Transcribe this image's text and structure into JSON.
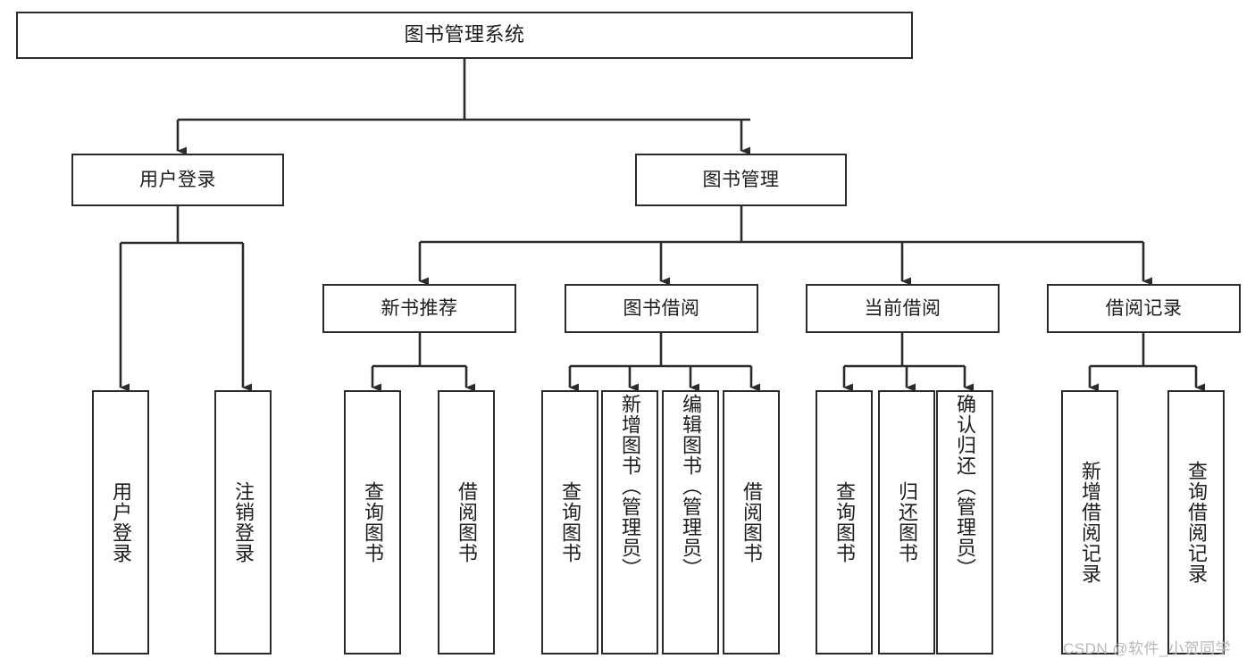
{
  "diagram": {
    "title": "图书管理系统",
    "type": "hierarchy-tree",
    "watermark": "CSDN @软件_小贺同学",
    "colors": {
      "stroke": "#2b2b2b",
      "fill": "#ffffff",
      "text": "#1d1d1d",
      "watermark": "#b8b8b8"
    },
    "nodes": {
      "root": {
        "label": "图书管理系统",
        "orientation": "horizontal",
        "level": 0
      },
      "level1": [
        {
          "id": "user-login",
          "label": "用户登录",
          "orientation": "horizontal",
          "level": 1
        },
        {
          "id": "book-manage",
          "label": "图书管理",
          "orientation": "horizontal",
          "level": 1
        }
      ],
      "level2": [
        {
          "id": "new-book-recommend",
          "label": "新书推荐",
          "orientation": "horizontal",
          "level": 2
        },
        {
          "id": "book-borrow",
          "label": "图书借阅",
          "orientation": "horizontal",
          "level": 2
        },
        {
          "id": "current-borrow",
          "label": "当前借阅",
          "orientation": "horizontal",
          "level": 2
        },
        {
          "id": "borrow-record",
          "label": "借阅记录",
          "orientation": "horizontal",
          "level": 2
        }
      ],
      "leaves": {
        "user_login": [
          {
            "id": "leaf-user-login",
            "label": "用户登录"
          },
          {
            "id": "leaf-user-logout",
            "label": "注销登录"
          }
        ],
        "new_book_recommend": [
          {
            "id": "leaf-query-book-1",
            "label": "查询图书"
          },
          {
            "id": "leaf-borrow-book-1",
            "label": "借阅图书"
          }
        ],
        "book_borrow": [
          {
            "id": "leaf-query-book-2",
            "label": "查询图书"
          },
          {
            "id": "leaf-add-book",
            "label": "新增图书（管理员）"
          },
          {
            "id": "leaf-edit-book",
            "label": "编辑图书（管理员）"
          },
          {
            "id": "leaf-borrow-book-2",
            "label": "借阅图书"
          }
        ],
        "current_borrow": [
          {
            "id": "leaf-query-book-3",
            "label": "查询图书"
          },
          {
            "id": "leaf-return-book",
            "label": "归还图书"
          },
          {
            "id": "leaf-confirm-return",
            "label": "确认归还（管理员）"
          }
        ],
        "borrow_record": [
          {
            "id": "leaf-add-record",
            "label": "新增借阅记录"
          },
          {
            "id": "leaf-query-record",
            "label": "查询借阅记录"
          }
        ]
      }
    }
  }
}
